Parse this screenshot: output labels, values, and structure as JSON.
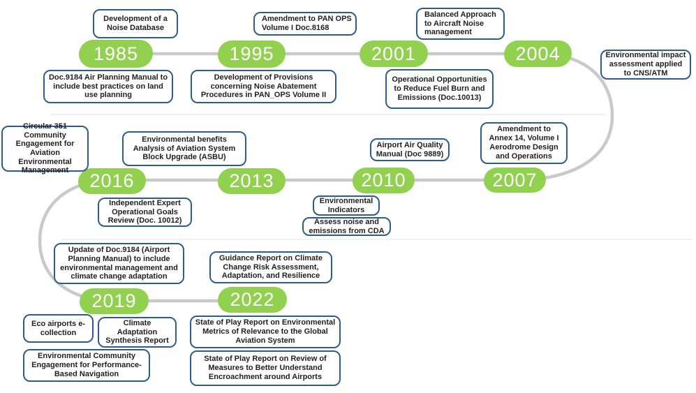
{
  "colors": {
    "year_marker_green": "#92d050",
    "connector_gray": "#c9c9c9",
    "box_border_blue": "#2e5b8f",
    "box_text": "#1f1f1f"
  },
  "year_markers": [
    {
      "label": "1985"
    },
    {
      "label": "1995"
    },
    {
      "label": "2001"
    },
    {
      "label": "2004"
    },
    {
      "label": "2016"
    },
    {
      "label": "2013"
    },
    {
      "label": "2010"
    },
    {
      "label": "2007"
    },
    {
      "label": "2019"
    },
    {
      "label": "2022"
    }
  ],
  "milestones": [
    {
      "text": "Development of a Noise Database"
    },
    {
      "text": "Amendment to PAN OPS Volume I Doc.8168"
    },
    {
      "text": "Balanced Approach to Aircraft Noise management"
    },
    {
      "text": "Doc.9184 Air Planning Manual to include best practices on land use planning"
    },
    {
      "text": "Development of Provisions concerning Noise Abatement Procedures in PAN_OPS Volume II"
    },
    {
      "text": "Operational Opportunities to Reduce Fuel Burn and Emissions (Doc.10013)"
    },
    {
      "text": "Environmental impact assessment applied to CNS/ATM"
    },
    {
      "text": "Circular 351 Community Engagement for Aviation Environmental Management"
    },
    {
      "text": "Environmental benefits Analysis of Aviation System Block Upgrade (ASBU)"
    },
    {
      "text": "Airport Air Quality Manual (Doc 9889)"
    },
    {
      "text": "Amendment to Annex 14, Volume I Aerodrome Design and Operations"
    },
    {
      "text": "Independent Expert Operational Goals Review (Doc. 10012)"
    },
    {
      "text": "Environmental Indicators"
    },
    {
      "text": "Assess noise and emissions from CDA"
    },
    {
      "text": "Update of Doc.9184 (Airport Planning Manual) to include environmental management and climate change adaptation"
    },
    {
      "text": "Guidance Report on Climate Change Risk Assessment, Adaptation, and Resilience"
    },
    {
      "text": "Eco airports e-collection"
    },
    {
      "text": "Climate Adaptation Synthesis Report"
    },
    {
      "text": "Environmental Community Engagement for Performance-Based Navigation"
    },
    {
      "text": "State of Play Report on Environmental Metrics of Relevance to the Global Aviation System"
    },
    {
      "text": "State of Play Report on Review of Measures to Better Understand Encroachment around Airports"
    }
  ]
}
